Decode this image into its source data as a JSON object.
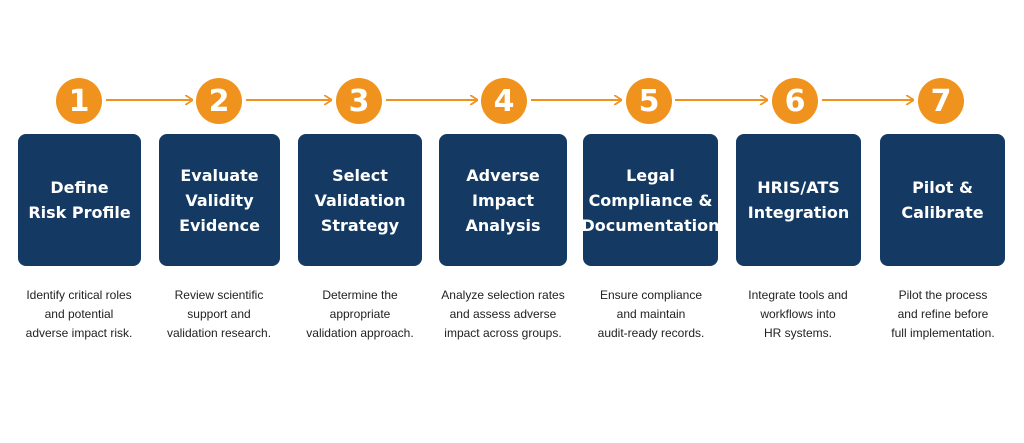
{
  "colors": {
    "accent": "#F0921E",
    "box": "#143A63",
    "text": "#222222"
  },
  "steps": [
    {
      "number": "1",
      "title": "Define\nRisk Profile",
      "description": "Identify critical roles\nand potential\nadverse impact risk."
    },
    {
      "number": "2",
      "title": "Evaluate\nValidity\nEvidence",
      "description": "Review scientific\nsupport and\nvalidation research."
    },
    {
      "number": "3",
      "title": "Select\nValidation\nStrategy",
      "description": "Determine the\nappropriate\nvalidation approach."
    },
    {
      "number": "4",
      "title": "Adverse\nImpact\nAnalysis",
      "description": "Analyze selection rates\nand assess adverse\nimpact across groups."
    },
    {
      "number": "5",
      "title": "Legal\nCompliance &\nDocumentation",
      "description": "Ensure compliance\nand maintain\naudit-ready records."
    },
    {
      "number": "6",
      "title": "HRIS/ATS\nIntegration",
      "description": "Integrate tools and\nworkflows into\nHR systems."
    },
    {
      "number": "7",
      "title": "Pilot &\nCalibrate",
      "description": "Pilot the process\nand refine before\nfull implementation."
    }
  ]
}
